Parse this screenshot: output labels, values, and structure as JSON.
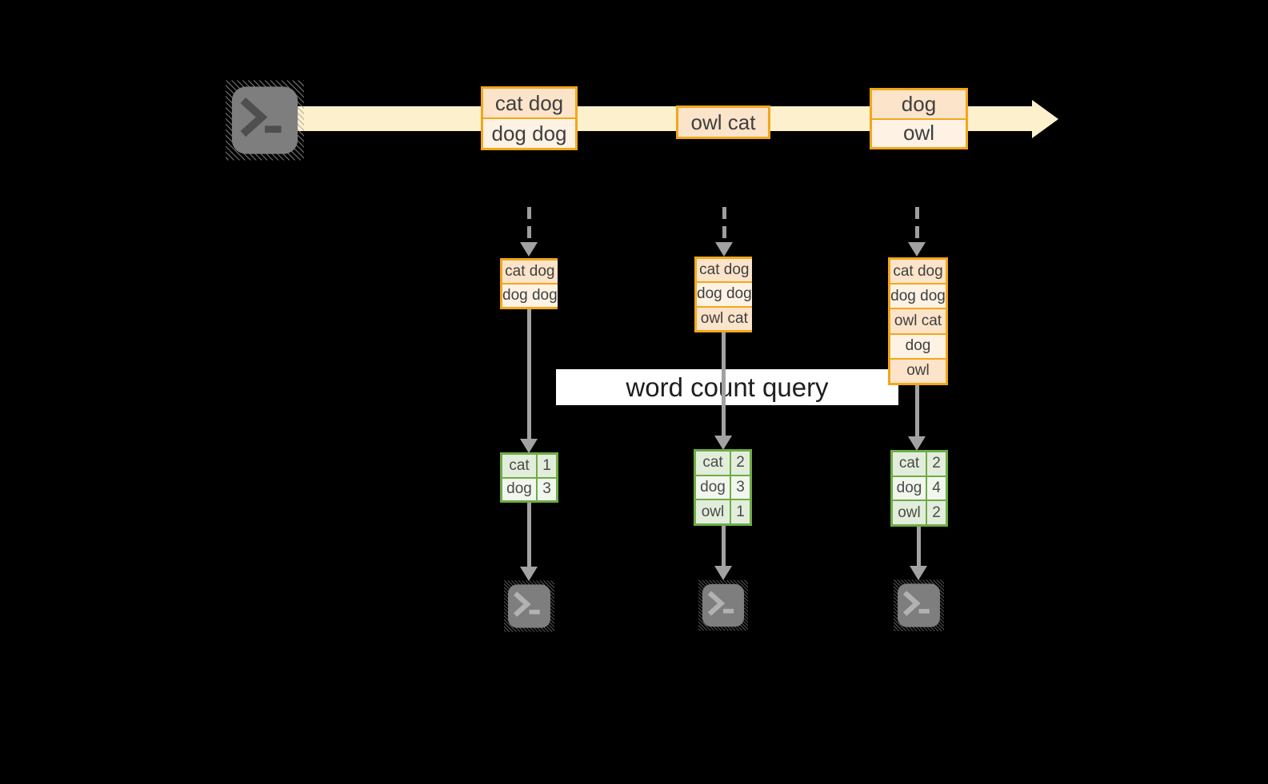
{
  "diagram": {
    "title_hint": "streaming word count over micro-batches",
    "query_label": "word count query",
    "stream": {
      "source": {
        "icon": "terminal-icon"
      },
      "batches": [
        {
          "messages": [
            "cat dog",
            "dog dog"
          ]
        },
        {
          "messages": [
            "owl cat"
          ]
        },
        {
          "messages": [
            "dog",
            "owl"
          ]
        }
      ]
    },
    "columns": [
      {
        "input_batch": [
          "cat dog",
          "dog dog"
        ],
        "word_counts": [
          {
            "word": "cat",
            "count": "1"
          },
          {
            "word": "dog",
            "count": "3"
          }
        ],
        "sink": {
          "icon": "terminal-icon"
        }
      },
      {
        "input_batch": [
          "cat dog",
          "dog dog",
          "owl cat"
        ],
        "word_counts": [
          {
            "word": "cat",
            "count": "2"
          },
          {
            "word": "dog",
            "count": "3"
          },
          {
            "word": "owl",
            "count": "1"
          }
        ],
        "sink": {
          "icon": "terminal-icon"
        }
      },
      {
        "input_batch": [
          "cat dog",
          "dog dog",
          "owl cat",
          "dog",
          "owl"
        ],
        "word_counts": [
          {
            "word": "cat",
            "count": "2"
          },
          {
            "word": "dog",
            "count": "4"
          },
          {
            "word": "owl",
            "count": "2"
          }
        ],
        "sink": {
          "icon": "terminal-icon"
        }
      }
    ],
    "colors": {
      "background": "#000000",
      "stream_band": "#FCF1CC",
      "box_border": "#F2A71B",
      "box_fill_peach": "#FBE4CA",
      "box_fill_cream": "#FDF2E4",
      "table_border": "#6FAC46",
      "table_fill_dark": "#E2EEDB",
      "table_fill_light": "#F2F7EE",
      "arrow_gray": "#A2A2A2",
      "label_bg": "#FFFFFF",
      "terminal_gray": "#7E7E7E"
    }
  }
}
